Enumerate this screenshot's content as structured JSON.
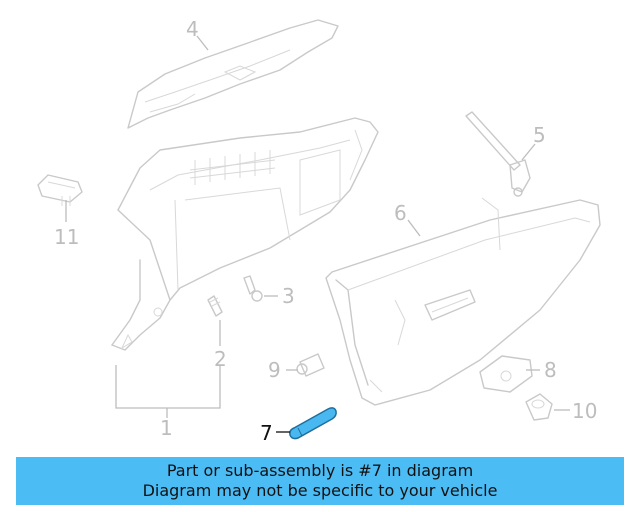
{
  "callouts": {
    "c1": "1",
    "c2": "2",
    "c3": "3",
    "c4": "4",
    "c5": "5",
    "c6": "6",
    "c7": "7",
    "c8": "8",
    "c9": "9",
    "c10": "10",
    "c11": "11"
  },
  "highlighted_part": "7",
  "banner": {
    "line1": "Part or sub-assembly is #7 in diagram",
    "line2": "Diagram may not be specific to your vehicle"
  },
  "colors": {
    "banner_bg": "#4cbcf4",
    "highlight_part": "#4ab8f0",
    "line_art": "#c9c9c9"
  }
}
